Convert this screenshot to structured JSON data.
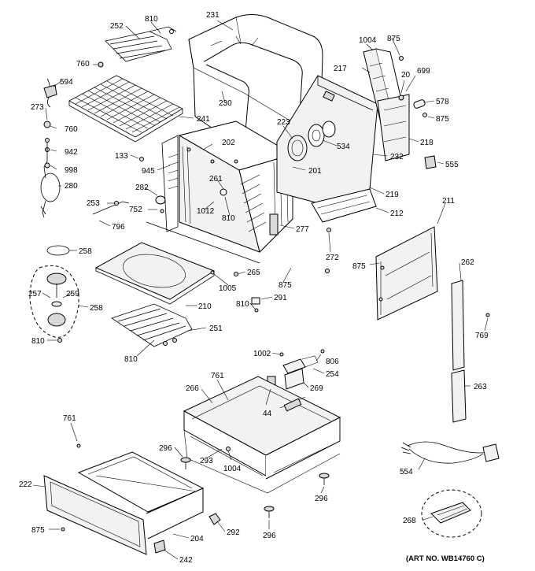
{
  "title": "(ART NO. WB14760 C)",
  "callouts": {
    "c231": "231",
    "c810a": "810",
    "c252": "252",
    "c760a": "760",
    "c594": "594",
    "c273": "273",
    "c760b": "760",
    "c942": "942",
    "c998": "998",
    "c280": "280",
    "c241": "241",
    "c230": "230",
    "c133": "133",
    "c945": "945",
    "c202": "202",
    "c223": "223",
    "c534": "534",
    "c201": "201",
    "c1004a": "1004",
    "c875a": "875",
    "c217": "217",
    "c20": "20",
    "c699": "699",
    "c578": "578",
    "c875b": "875",
    "c218": "218",
    "c232": "232",
    "c555": "555",
    "c219": "219",
    "c212": "212",
    "c211": "211",
    "c282": "282",
    "c261": "261",
    "c253": "253",
    "c752": "752",
    "c1012": "1012",
    "c810b": "810",
    "c796": "796",
    "c277": "277",
    "c272": "272",
    "c875c": "875",
    "c258a": "258",
    "c265": "265",
    "c1005": "1005",
    "c875d": "875",
    "c257": "257",
    "c259": "259",
    "c258b": "258",
    "c291": "291",
    "c810c": "810",
    "c210": "210",
    "c262": "262",
    "c251": "251",
    "c769": "769",
    "c810d": "810",
    "c810e": "810",
    "c1002": "1002",
    "c806": "806",
    "c254": "254",
    "c269": "269",
    "c263": "263",
    "c761a": "761",
    "c266": "266",
    "c44": "44",
    "c761b": "761",
    "c296a": "296",
    "c293": "293",
    "c1004b": "1004",
    "c296b": "296",
    "c554": "554",
    "c222": "222",
    "c292": "292",
    "c296c": "296",
    "c268": "268",
    "c875e": "875",
    "c204": "204",
    "c242": "242"
  },
  "icons": [
    "bake-element-icon",
    "broil-element-icon",
    "oven-rack-icon",
    "oven-cavity-icon",
    "outer-wrap-icon",
    "back-panel-icon",
    "fan-icon",
    "drawer-icon",
    "drawer-chassis-icon",
    "power-cord-icon",
    "screw-icon",
    "door-hinge-icon"
  ]
}
